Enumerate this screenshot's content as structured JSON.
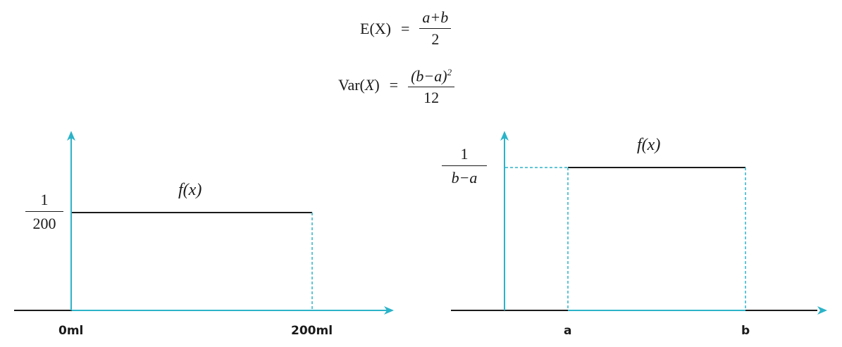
{
  "formulas": {
    "mean": {
      "lhs": "E(X)",
      "eq": "=",
      "num": "a+b",
      "den": "2"
    },
    "variance": {
      "lhs_name": "Var",
      "lhs_arg": "X",
      "eq": "=",
      "num_base": "(b−a)",
      "num_exp": "2",
      "den": "12"
    }
  },
  "left_chart": {
    "function_label": "f(x)",
    "y_num": "1",
    "y_den": "200",
    "x_start_label": "0ml",
    "x_end_label": "200ml"
  },
  "right_chart": {
    "function_label": "f(x)",
    "y_num": "1",
    "y_den": "b−a",
    "x_start_label": "a",
    "x_end_label": "b"
  },
  "colors": {
    "axis_accent": "#2bb3c8",
    "axis_dark": "#1a1a1a",
    "density_line": "#1a1a1a"
  }
}
